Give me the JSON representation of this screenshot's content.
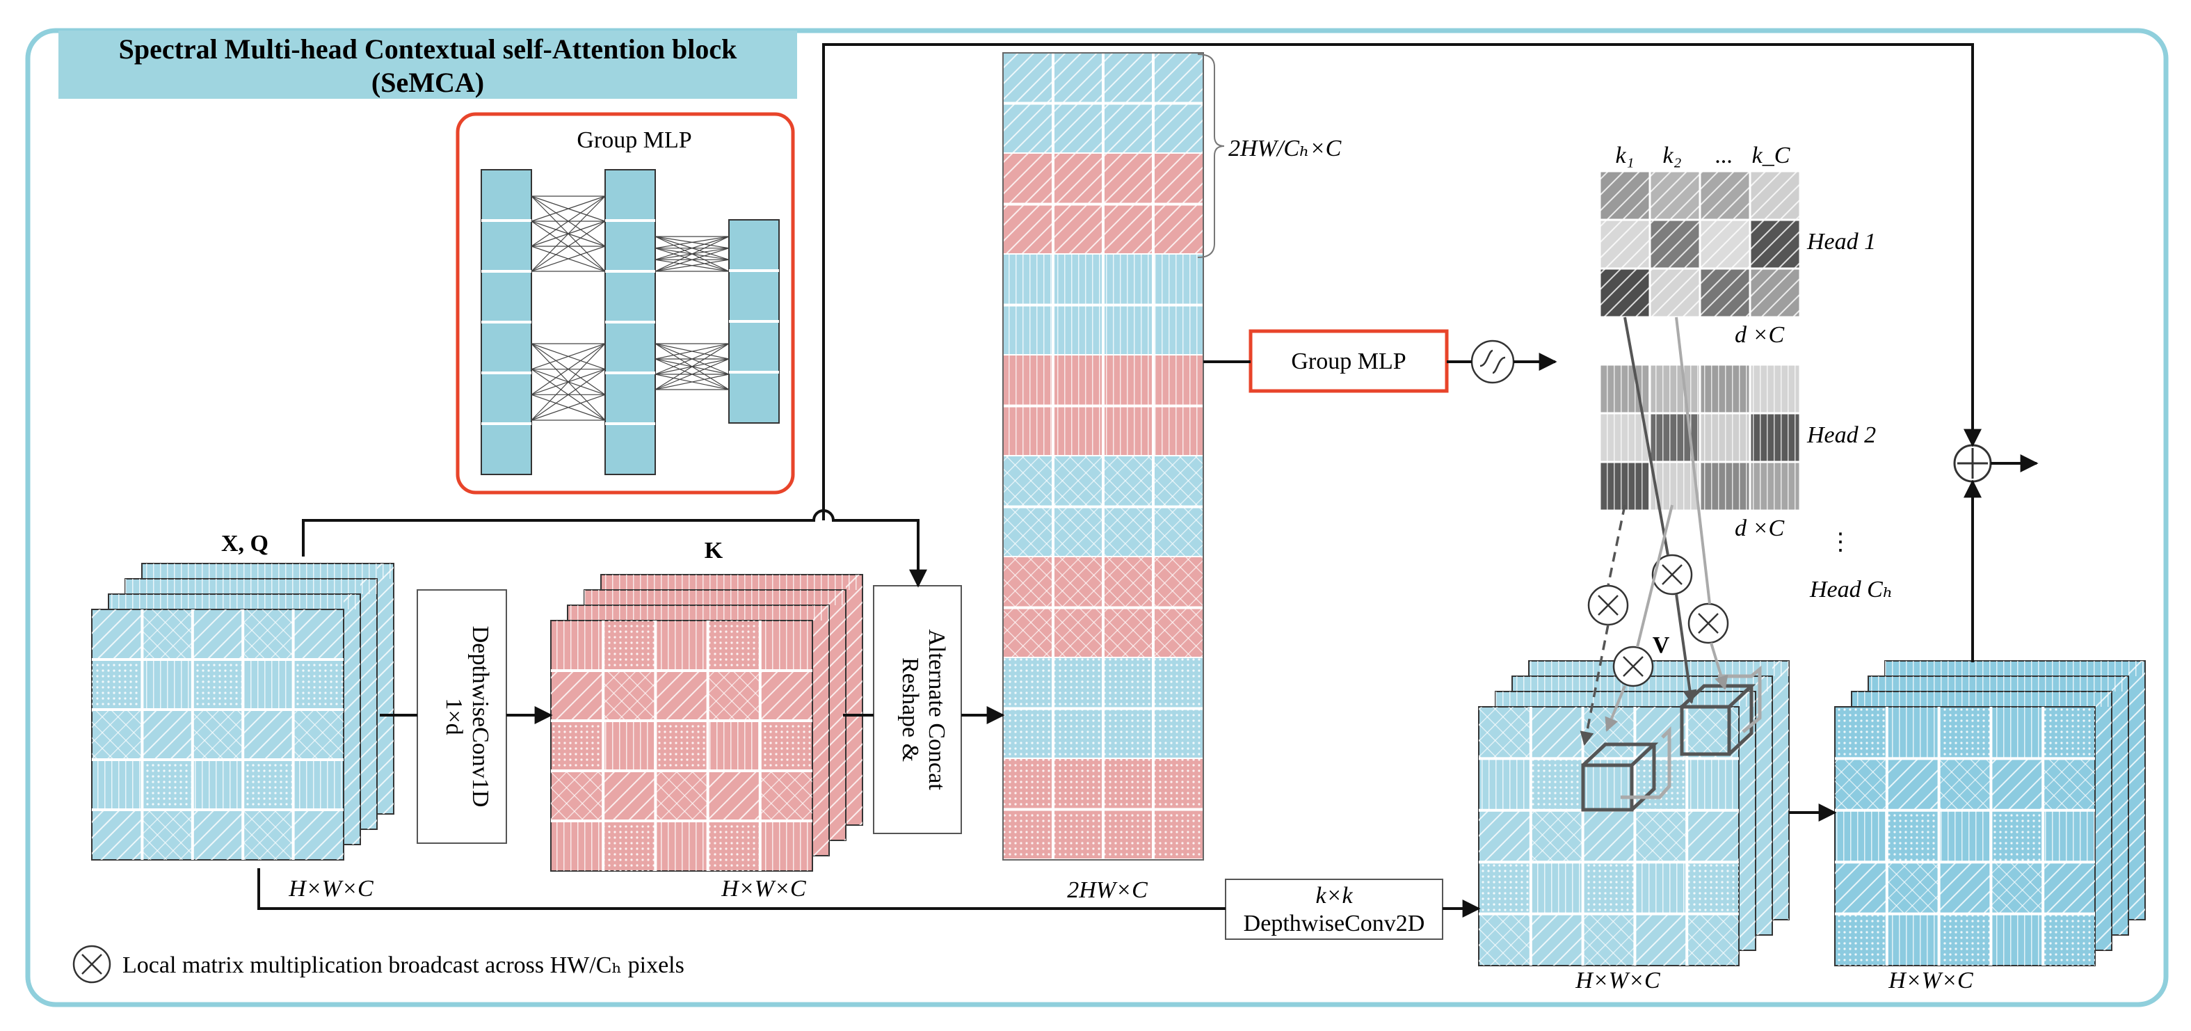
{
  "title": {
    "line1": "Spectral Multi-head Contextual self-Attention block",
    "line2": "(SeMCA)"
  },
  "group_mlp_panel": {
    "label": "Group MLP"
  },
  "group_mlp_box": {
    "label": "Group MLP"
  },
  "input": {
    "label": "X, Q",
    "dims": "H×W×C"
  },
  "depthwise_conv1d": {
    "line1": "1×d",
    "line2": "DepthwiseConv1D"
  },
  "key": {
    "label": "K",
    "dims": "H×W×C"
  },
  "reshape": {
    "line1": "Reshape &",
    "line2": "Alternate Concat"
  },
  "concat_column": {
    "brace_label": "2HW/Cₕ×C",
    "dims": "2HW×C"
  },
  "kernels": {
    "headers": [
      "k₁",
      "k₂",
      "...",
      "k_C"
    ],
    "head1": {
      "label": "Head 1",
      "dims": "d ×C"
    },
    "head2": {
      "label": "Head 2",
      "dims": "d ×C"
    },
    "head_ch": {
      "label": "Head Cₕ",
      "dots": "⋮"
    }
  },
  "depthwise_conv2d": {
    "line1": "k×k",
    "line2": "DepthwiseConv2D"
  },
  "value": {
    "label": "V",
    "dims": "H×W×C"
  },
  "output": {
    "dims": "H×W×C"
  },
  "legend": {
    "text": "Local matrix multiplication broadcast across HW/Cₕ pixels"
  },
  "colors": {
    "frame": "#8fcfdc",
    "title_bg": "#9fd5e0",
    "blue_tile": "#a9d8e6",
    "pink_tile": "#e8a6a6",
    "deep_blue_tile": "#8ccbe0",
    "mlp_border": "#e8442a",
    "mlp_bar": "#96cfdc"
  }
}
